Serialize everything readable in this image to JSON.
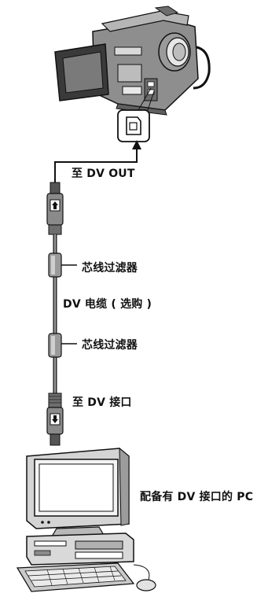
{
  "labels": {
    "to_dv_out": "至 DV OUT",
    "core_filter_top": "芯线过滤器",
    "dv_cable": "DV 电缆 ( 选购 )",
    "core_filter_bottom": "芯线过滤器",
    "to_dv_port": "至 DV 接口",
    "pc_with_dv": "配备有 DV 接口的 PC"
  },
  "colors": {
    "line": "#111111",
    "body_gray": "#8a8a8a",
    "light_gray": "#cfcfcf",
    "dark_gray": "#555555"
  },
  "icons": {
    "camcorder": "camcorder-icon",
    "dv_port": "dv-port-icon",
    "pc": "desktop-pc-icon"
  }
}
